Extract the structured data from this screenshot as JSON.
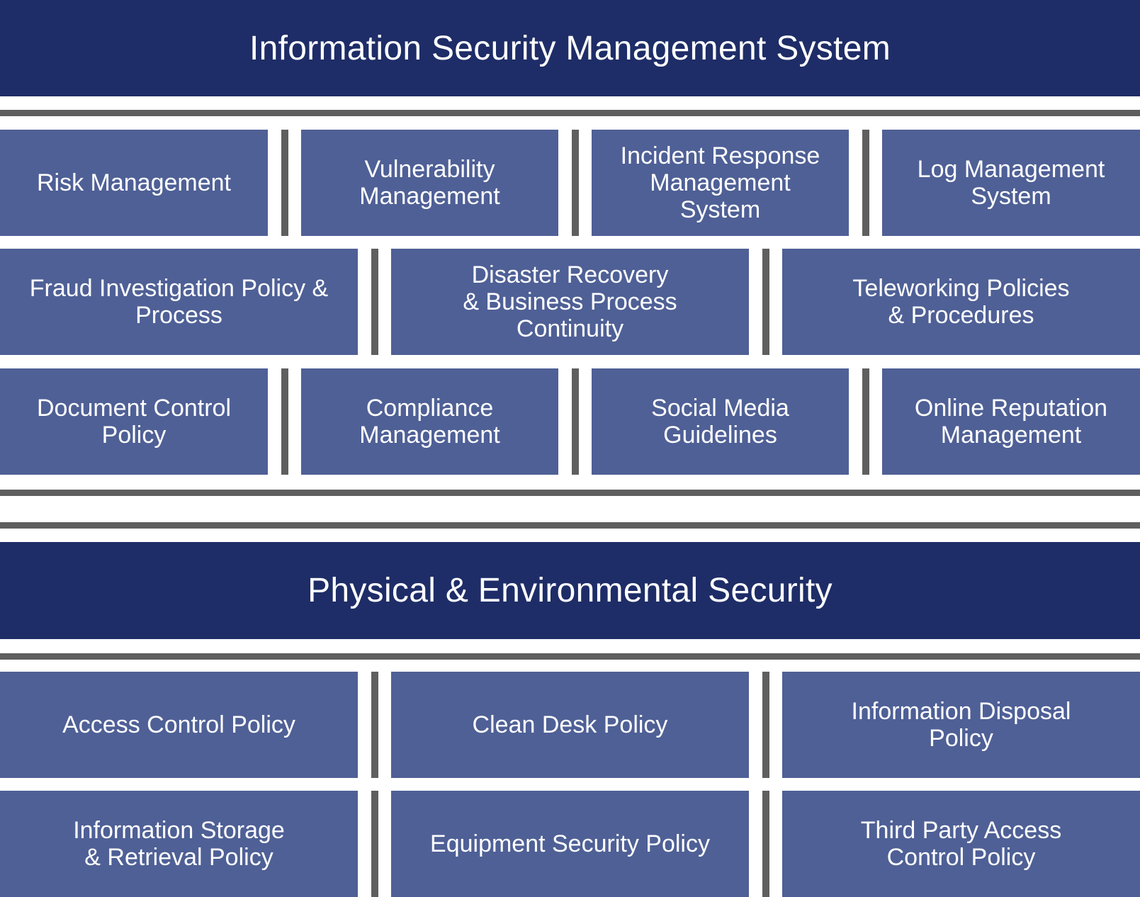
{
  "isms": {
    "title": "Information Security Management System",
    "row1": [
      "Risk Management",
      "Vulnerability\nManagement",
      "Incident Response\nManagement\nSystem",
      "Log Management\nSystem"
    ],
    "row2": [
      "Fraud Investigation Policy &\nProcess",
      "Disaster Recovery\n& Business Process\nContinuity",
      "Teleworking Policies\n& Procedures"
    ],
    "row3": [
      "Document Control\nPolicy",
      "Compliance\nManagement",
      "Social Media\nGuidelines",
      "Online Reputation\nManagement"
    ]
  },
  "physical": {
    "title": "Physical & Environmental Security",
    "row1": [
      "Access Control Policy",
      "Clean Desk Policy",
      "Information Disposal\nPolicy"
    ],
    "row2": [
      "Information Storage\n& Retrieval Policy",
      "Equipment Security Policy",
      "Third Party Access\nControl Policy"
    ]
  },
  "colors": {
    "header_bg": "#1e2d67",
    "box_bg": "#4f6096",
    "connector": "#5f5f5f",
    "text": "#ffffff"
  }
}
